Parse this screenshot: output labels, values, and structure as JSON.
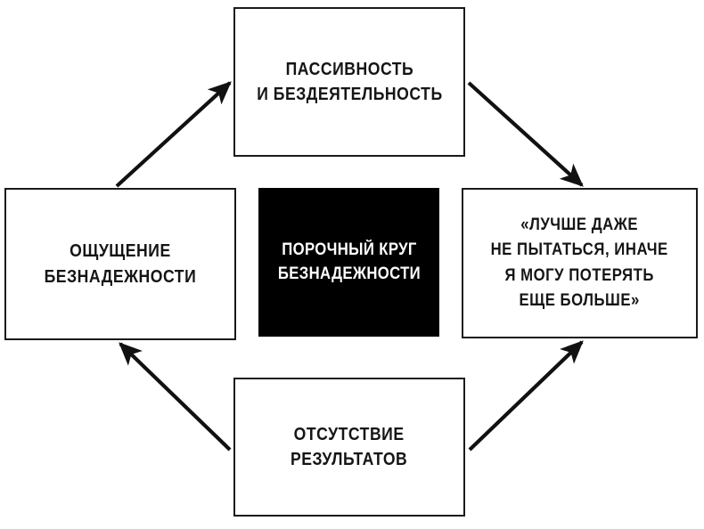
{
  "diagram": {
    "title": "ПОРОЧНЫЙ КРУГ БЕЗНАДЕЖНОСТИ",
    "type": "cycle-diagram",
    "colors": {
      "background": "#ffffff",
      "stroke": "#1a1a1a",
      "center_fill": "#000000",
      "center_text": "#ffffff",
      "node_text": "#151515"
    },
    "nodes": {
      "center": {
        "id": "center",
        "label": "ПОРОЧНЫЙ КРУГ\nБЕЗНАДЕЖНОСТИ",
        "style": "filled-black"
      },
      "top": {
        "id": "top",
        "label": "ПАССИВНОСТЬ\nИ БЕЗДЕЯТЕЛЬНОСТЬ",
        "style": "outlined"
      },
      "left": {
        "id": "left",
        "label": "ОЩУЩЕНИЕ\nБЕЗНАДЕЖНОСТИ",
        "style": "outlined"
      },
      "right": {
        "id": "right",
        "label": "«ЛУЧШЕ ДАЖЕ\nНЕ ПЫТАТЬСЯ, ИНАЧЕ\nЯ МОГУ ПОТЕРЯТЬ\nЕЩЕ БОЛЬШЕ»",
        "style": "outlined"
      },
      "bottom": {
        "id": "bottom",
        "label": "ОТСУТСТВИЕ\nРЕЗУЛЬТАТОВ",
        "style": "outlined"
      }
    },
    "arrows": [
      {
        "id": "left-to-top",
        "from": "left",
        "to": "top",
        "direction": "up-right"
      },
      {
        "id": "top-to-right",
        "from": "top",
        "to": "right",
        "direction": "down-right"
      },
      {
        "id": "bottom-to-right",
        "from": "bottom",
        "to": "right",
        "direction": "up-right"
      },
      {
        "id": "bottom-to-left",
        "from": "bottom",
        "to": "left",
        "direction": "up-left"
      }
    ]
  }
}
